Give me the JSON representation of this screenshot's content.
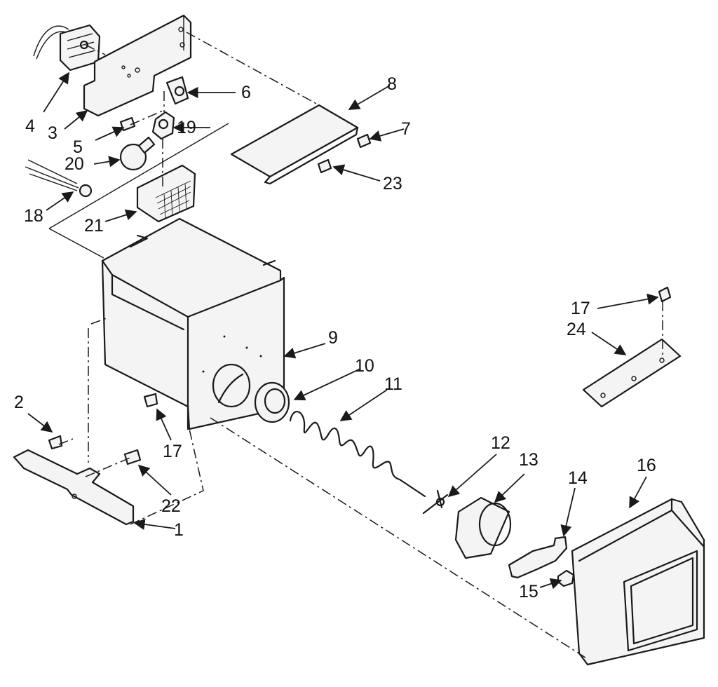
{
  "callouts": {
    "c1": "1",
    "c2": "2",
    "c3": "3",
    "c4": "4",
    "c5": "5",
    "c6": "6",
    "c7": "7",
    "c8": "8",
    "c9": "9",
    "c10": "10",
    "c11": "11",
    "c12": "12",
    "c13": "13",
    "c14": "14",
    "c15": "15",
    "c16": "16",
    "c17a": "17",
    "c17b": "17",
    "c18": "18",
    "c19": "19",
    "c20": "20",
    "c21": "21",
    "c22": "22",
    "c23": "23",
    "c24": "24"
  }
}
